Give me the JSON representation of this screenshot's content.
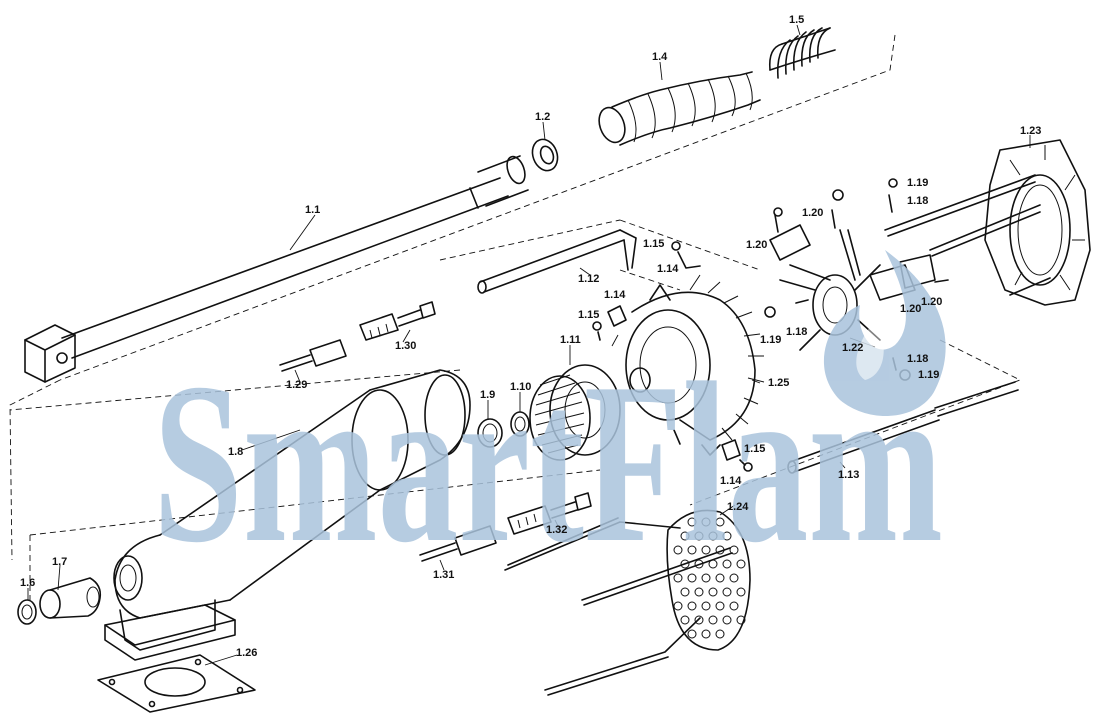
{
  "watermark": {
    "text": "SmartFlam",
    "color": "#a9c3dc"
  },
  "callouts": [
    "1.1",
    "1.2",
    "1.4",
    "1.5",
    "1.6",
    "1.7",
    "1.8",
    "1.9",
    "1.10",
    "1.11",
    "1.12",
    "1.13",
    "1.14",
    "1.14",
    "1.14",
    "1.15",
    "1.15",
    "1.15",
    "1.18",
    "1.18",
    "1.18",
    "1.19",
    "1.19",
    "1.19",
    "1.20",
    "1.20",
    "1.20",
    "1.20",
    "1.22",
    "1.23",
    "1.24",
    "1.25",
    "1.26",
    "1.29",
    "1.30",
    "1.31",
    "1.32"
  ],
  "icons": [
    "flame-logo-icon"
  ]
}
